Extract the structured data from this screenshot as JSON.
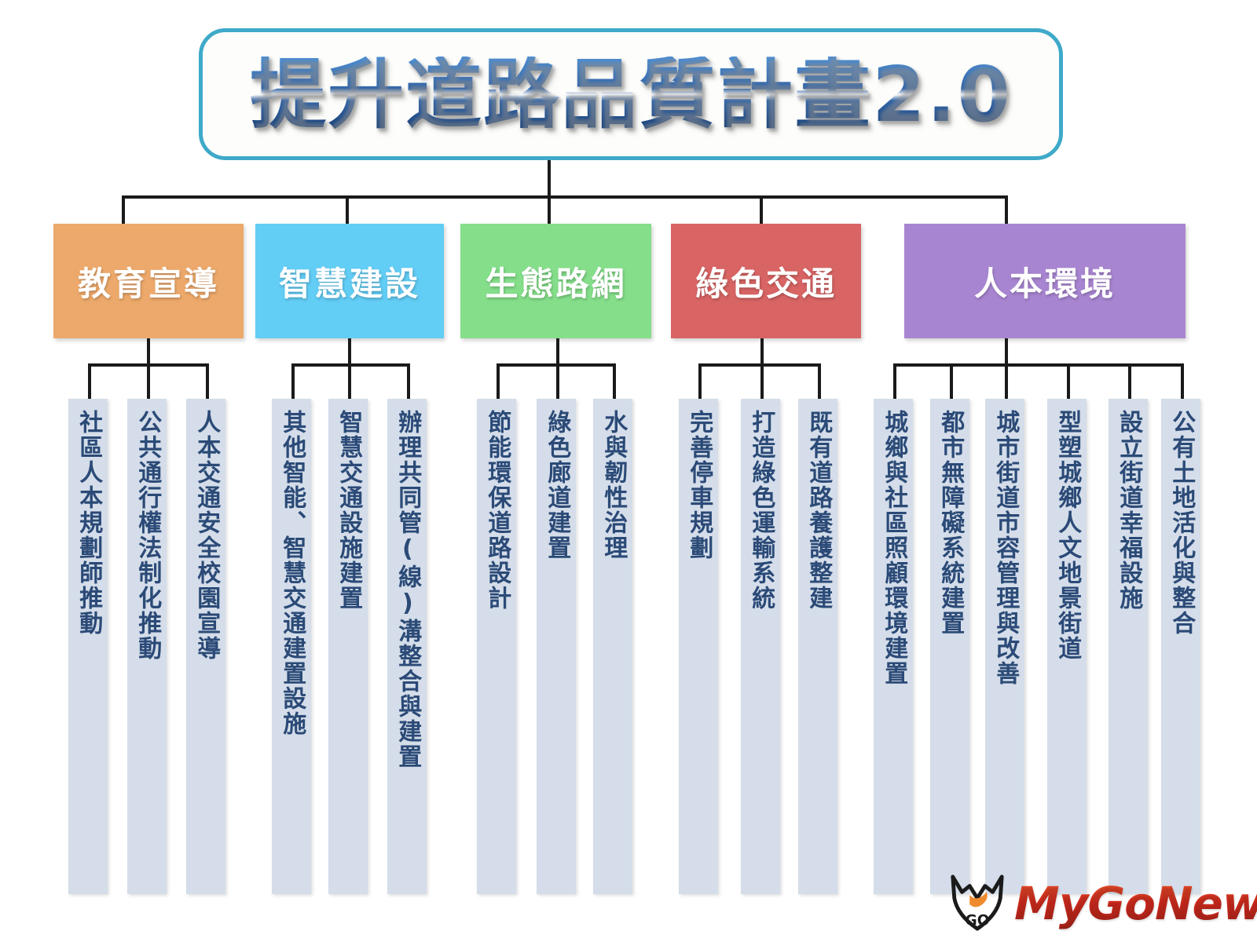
{
  "title": {
    "text": "提升道路品質計畫2.0",
    "border_color": "#3FA9C9",
    "text_color": "#2E63A8"
  },
  "categories": [
    {
      "id": "education",
      "label": "教育宣導",
      "color": "#EDA96B",
      "items": [
        "社區人本規劃師推動",
        "公共通行權法制化推動",
        "人本交通安全校園宣導"
      ]
    },
    {
      "id": "smart-construction",
      "label": "智慧建設",
      "color": "#62CDF5",
      "items": [
        "其他智能、智慧交通建置設施",
        "智慧交通設施建置",
        "辦理共同管(線)溝整合與建置"
      ]
    },
    {
      "id": "eco-road-network",
      "label": "生態路網",
      "color": "#84DE8A",
      "items": [
        "節能環保道路設計",
        "綠色廊道建置",
        "水與韌性治理"
      ]
    },
    {
      "id": "green-transport",
      "label": "綠色交通",
      "color": "#D86464",
      "items": [
        "完善停車規劃",
        "打造綠色運輸系統",
        "既有道路養護整建"
      ]
    },
    {
      "id": "human-centered-environment",
      "label": "人本環境",
      "color": "#A885D1",
      "items": [
        "城鄉與社區照顧環境建置",
        "都市無障礙系統建置",
        "城市街道市容管理與改善",
        "型塑城鄉人文地景街道",
        "設立街道幸福設施",
        "公有土地活化與整合"
      ]
    }
  ],
  "watermark": {
    "brand": "MyGoNews",
    "logo_label": "GO",
    "brand_color": "#D42B1E"
  },
  "item_bar": {
    "fill_color": "#D4DDE9",
    "text_color": "#2B4A77"
  }
}
